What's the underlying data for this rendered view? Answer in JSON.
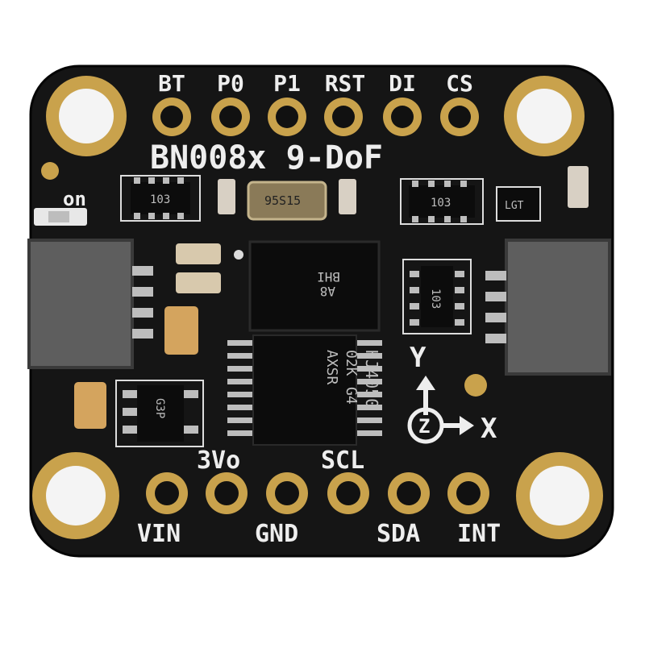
{
  "board": {
    "title": "BN008x 9-DoF",
    "top_pins": [
      "BT",
      "P0",
      "P1",
      "RST",
      "DI",
      "CS"
    ],
    "bottom_labels": [
      "VIN",
      "GND",
      "SDA",
      "INT"
    ],
    "upper_labels": [
      "3Vo",
      "SCL"
    ],
    "led_label": "on",
    "axes": {
      "y": "Y",
      "x": "X",
      "z": "Z"
    },
    "chip_main": [
      "HJ4050",
      "02K",
      "G4",
      "AXSR"
    ],
    "chip_sensor": [
      "A8",
      "BHI"
    ],
    "crystal": "95S15",
    "resistor_array_left": "103",
    "resistor_array_right": "103",
    "resistor_array_mid": "103",
    "small_ic_right": "LGT",
    "regulator": "G3P",
    "colors": {
      "pcb": "#141414",
      "pad_gold": "#c9a24c",
      "silkscreen": "#eeeeee",
      "connector": "#5e5e5e"
    }
  }
}
